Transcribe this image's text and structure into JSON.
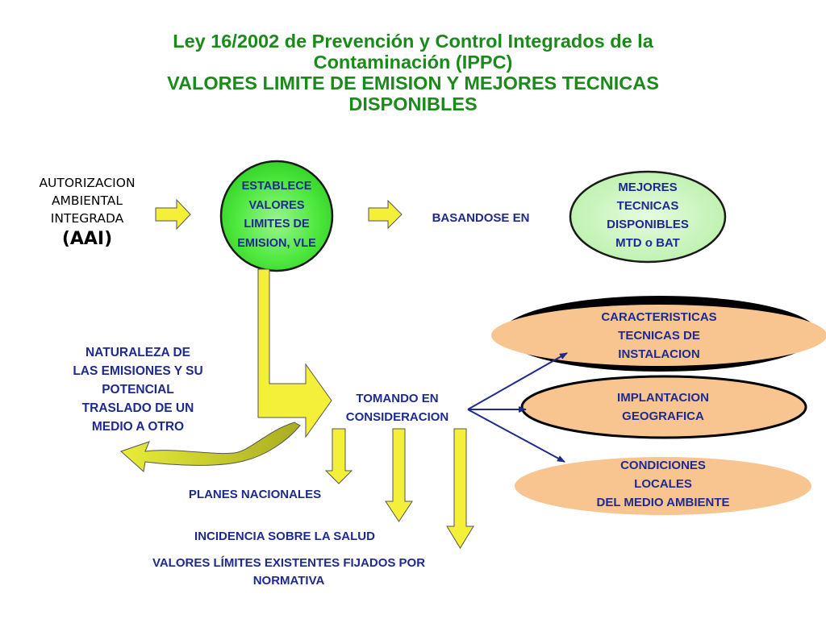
{
  "title": {
    "line1": "Ley  16/2002 de Prevención y Control Integrados de la",
    "line2": "Contaminación (IPPC)",
    "line3": "VALORES LIMITE DE EMISION Y MEJORES TECNICAS",
    "line4": "DISPONIBLES"
  },
  "nodes": {
    "aai": {
      "line1": "AUTORIZACION",
      "line2": "AMBIENTAL",
      "line3": "INTEGRADA",
      "line4": "(AAI)"
    },
    "establece": {
      "line1": "ESTABLECE",
      "line2": "VALORES",
      "line3": "LIMITES DE",
      "line4": "EMISION, VLE"
    },
    "basandose": "BASANDOSE EN",
    "mtd": {
      "line1": "MEJORES",
      "line2": "TECNICAS",
      "line3": "DISPONIBLES",
      "line4": "MTD o BAT"
    },
    "caracteristicas": {
      "line1": "CARACTERISTICAS",
      "line2": "TECNICAS DE",
      "line3": "INSTALACION"
    },
    "implantacion": {
      "line1": "IMPLANTACION",
      "line2": "GEOGRAFICA"
    },
    "condiciones": {
      "line1": "CONDICIONES",
      "line2": "LOCALES",
      "line3": "DEL MEDIO AMBIENTE"
    },
    "naturaleza": {
      "line1": "NATURALEZA DE",
      "line2": "LAS EMISIONES Y SU",
      "line3": "POTENCIAL",
      "line4": "TRASLADO DE UN",
      "line5": "MEDIO A OTRO"
    },
    "tomando": {
      "line1": "TOMANDO EN",
      "line2": "CONSIDERACION"
    },
    "planes": "PLANES NACIONALES",
    "incidencia": "INCIDENCIA SOBRE LA SALUD",
    "valores": {
      "line1": "VALORES LÍMITES EXISTENTES FIJADOS POR",
      "line2": "NORMATIVA"
    }
  },
  "colors": {
    "title_green": "#1a8a1a",
    "label_blue": "#1f2a8f",
    "arrow_yellow": "#f4f03a",
    "green_node": "#4fe83f",
    "light_green_node": "#ccf5c0",
    "peach_node": "#f8c591"
  }
}
